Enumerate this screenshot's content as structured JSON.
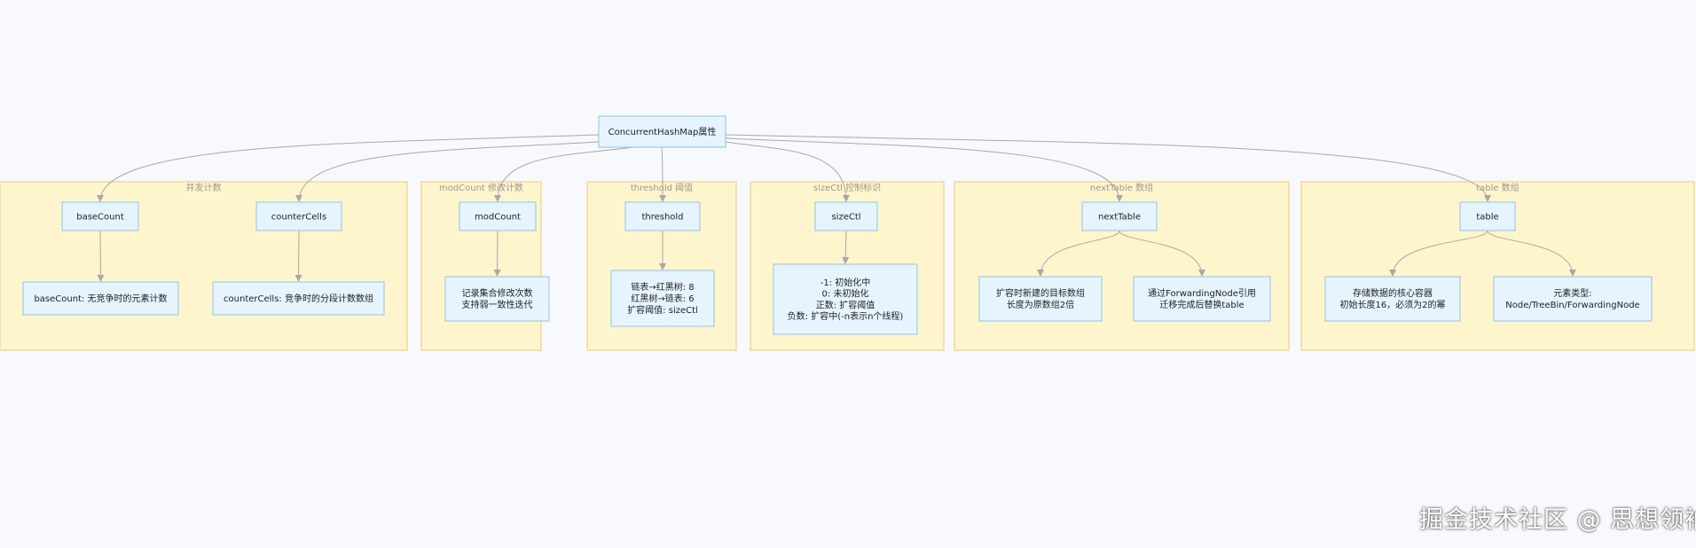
{
  "root": {
    "label": "ConcurrentHashMap属性"
  },
  "groups": [
    {
      "title": "并发计数",
      "nodes": [
        {
          "name": "basecount",
          "lines": [
            "baseCount"
          ]
        },
        {
          "name": "counter-cells",
          "lines": [
            "counterCells"
          ]
        },
        {
          "name": "basecount-desc",
          "lines": [
            "baseCount: 无竞争时的元素计数"
          ]
        },
        {
          "name": "counter-cells-desc",
          "lines": [
            "counterCells: 竞争时的分段计数数组"
          ]
        }
      ]
    },
    {
      "title": "modCount 修改计数",
      "nodes": [
        {
          "name": "modcount",
          "lines": [
            "modCount"
          ]
        },
        {
          "name": "modcount-desc",
          "lines": [
            "记录集合修改次数",
            "支持弱一致性迭代"
          ]
        }
      ]
    },
    {
      "title": "threshold 阈值",
      "nodes": [
        {
          "name": "threshold",
          "lines": [
            "threshold"
          ]
        },
        {
          "name": "threshold-desc",
          "lines": [
            "链表→红黑树: 8",
            "红黑树→链表: 6",
            "扩容阈值: sizeCtl"
          ]
        }
      ]
    },
    {
      "title": "sizeCtl 控制标识",
      "nodes": [
        {
          "name": "sizectl",
          "lines": [
            "sizeCtl"
          ]
        },
        {
          "name": "sizectl-desc",
          "lines": [
            "-1: 初始化中",
            "0: 未初始化",
            "正数: 扩容阈值",
            "负数: 扩容中(-n表示n个线程)"
          ]
        }
      ]
    },
    {
      "title": "nextTable 数组",
      "nodes": [
        {
          "name": "next-table",
          "lines": [
            "nextTable"
          ]
        },
        {
          "name": "next-table-desc-1",
          "lines": [
            "扩容时新建的目标数组",
            "长度为原数组2倍"
          ]
        },
        {
          "name": "next-table-desc-2",
          "lines": [
            "通过ForwardingNode引用",
            "迁移完成后替换table"
          ]
        }
      ]
    },
    {
      "title": "table 数组",
      "nodes": [
        {
          "name": "table",
          "lines": [
            "table"
          ]
        },
        {
          "name": "table-desc-1",
          "lines": [
            "存储数据的核心容器",
            "初始长度16，必须为2的幂"
          ]
        },
        {
          "name": "table-desc-2",
          "lines": [
            "元素类型:",
            "Node/TreeBin/ForwardingNode"
          ]
        }
      ]
    }
  ],
  "watermark": "掘金技术社区 @ 思想领袖"
}
